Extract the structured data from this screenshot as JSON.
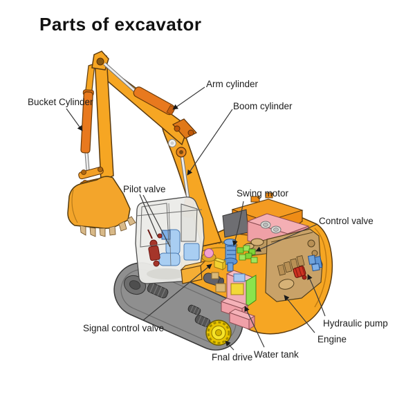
{
  "title": "Parts of excavator",
  "labels": [
    {
      "id": "bucket-cylinder",
      "text": "Bucket Cylinder"
    },
    {
      "id": "arm-cylinder",
      "text": "Arm cylinder"
    },
    {
      "id": "boom-cylinder",
      "text": "Boom cylinder"
    },
    {
      "id": "pilot-valve",
      "text": "Pilot valve"
    },
    {
      "id": "swing-motor",
      "text": "Swing motor"
    },
    {
      "id": "control-valve",
      "text": "Control valve"
    },
    {
      "id": "signal-control-valve",
      "text": "Signal control valve"
    },
    {
      "id": "hydraulic-pump",
      "text": "Hydraulic pump"
    },
    {
      "id": "engine",
      "text": "Engine"
    },
    {
      "id": "fnal-drive",
      "text": "Fnal drive"
    },
    {
      "id": "water-tank",
      "text": "Water tank"
    }
  ],
  "colors": {
    "machine_orange": "#F6A623",
    "cylinder_orange": "#E8791E",
    "counterweight_orange": "#EF8C16",
    "cab_gray": "#EBEBE8",
    "seat_blue": "#A9CEF2",
    "controls_red": "#A5352A",
    "track_gray": "#8F8F8F",
    "final_drive_yellow": "#E8C400",
    "engine_tan": "#C9A268",
    "valve_pink": "#EFA0A6",
    "swing_motor_blue": "#6FA3DD",
    "valve_green": "#7FD437",
    "pump_red": "#CC3322",
    "panel_green": "#8BE34D",
    "box_yellow": "#F2D838",
    "tank_pink": "#F0A0A8",
    "leader_line": "#3a3a3a",
    "label_text": "#1c1c1c"
  }
}
